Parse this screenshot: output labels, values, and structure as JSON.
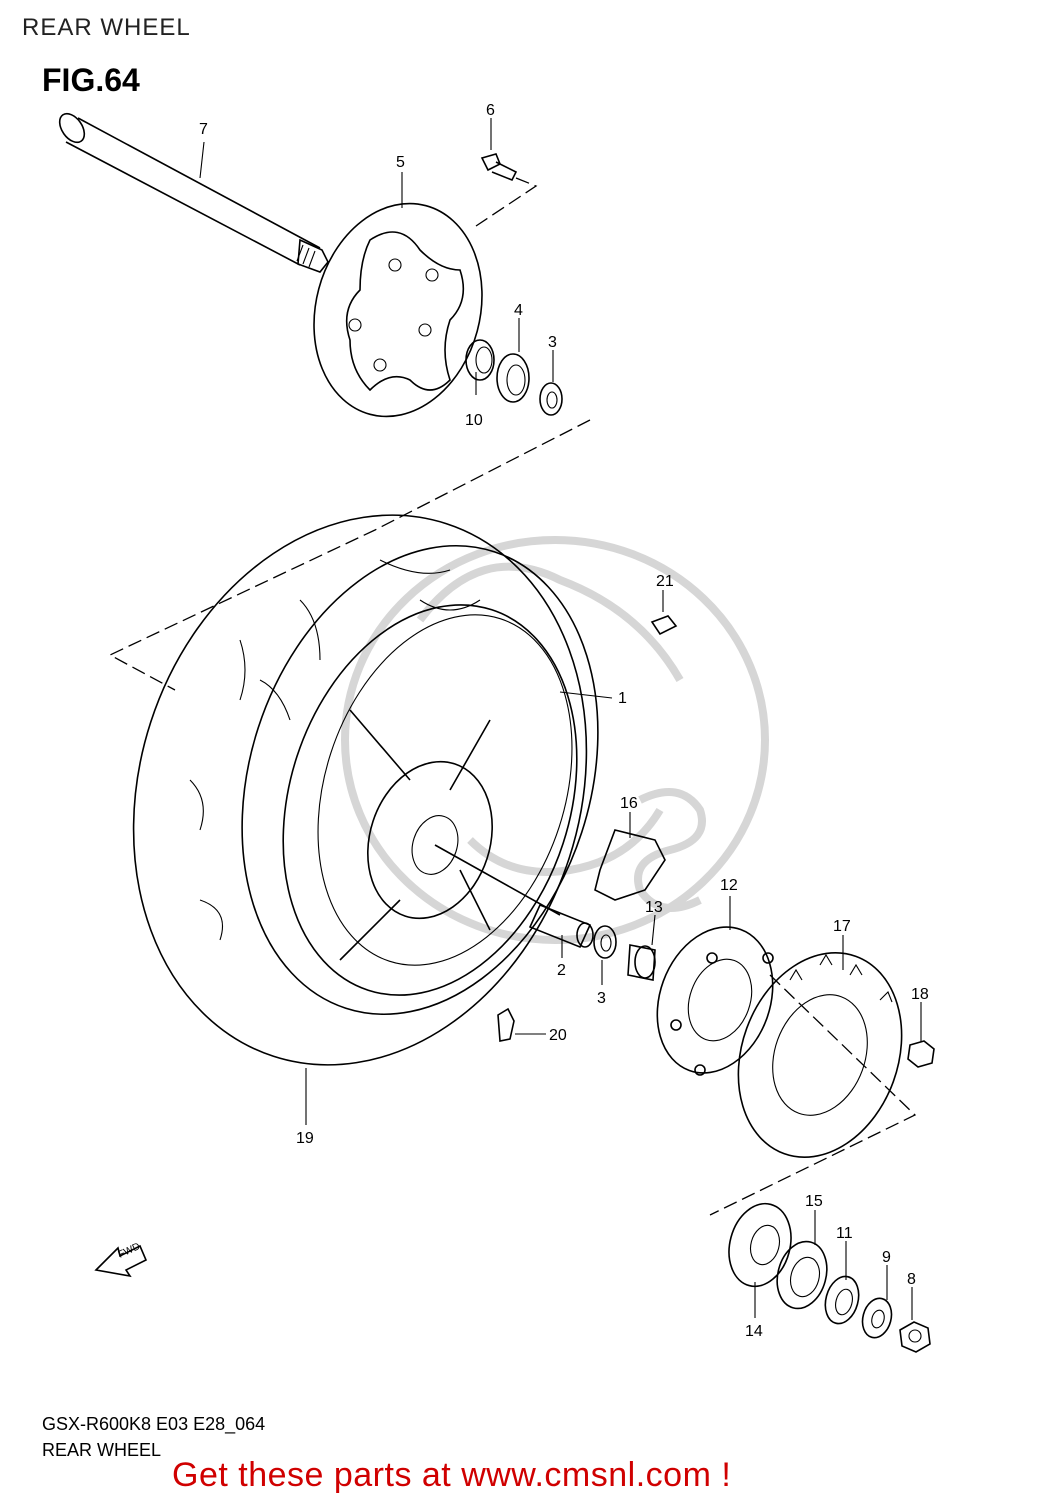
{
  "header": {
    "title": "REAR WHEEL"
  },
  "figure": {
    "label": "FIG.64"
  },
  "callouts": {
    "c1": "1",
    "c2": "2",
    "c3a": "3",
    "c3b": "3",
    "c4": "4",
    "c5": "5",
    "c6": "6",
    "c7": "7",
    "c8": "8",
    "c9": "9",
    "c10": "10",
    "c11": "11",
    "c12": "12",
    "c13": "13",
    "c14": "14",
    "c15": "15",
    "c16": "16",
    "c17": "17",
    "c18": "18",
    "c19": "19",
    "c20": "20",
    "c21": "21"
  },
  "fwd_label": "FWD",
  "footer": {
    "code": "GSX-R600K8 E03 E28_064",
    "subtitle": "REAR WHEEL",
    "promo": "Get these parts at www.cmsnl.com !"
  },
  "colors": {
    "promo": "#d00000",
    "watermark": "#d6d6d6",
    "ink": "#000000"
  }
}
